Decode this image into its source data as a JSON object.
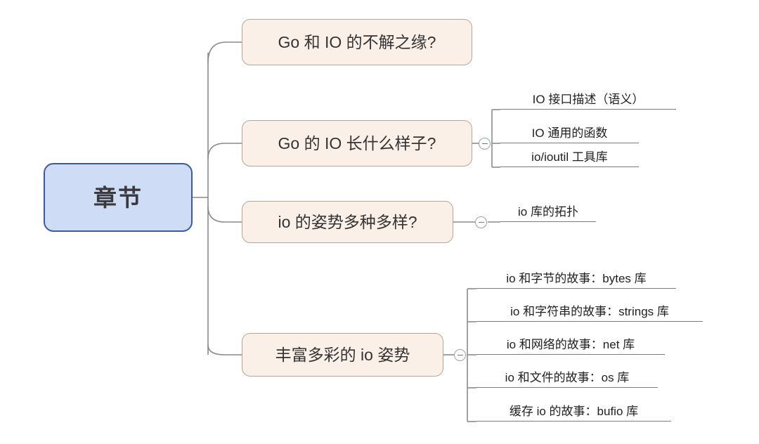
{
  "document": {
    "type": "mindmap",
    "background_color": "#ffffff"
  },
  "theme": {
    "root_fill": "#cfdcf5",
    "root_border": "#3d5a9e",
    "branch_fill": "#fbf0e8",
    "branch_border": "#b5a597",
    "connector_color": "#8a8a8a",
    "leaf_underline": "#7d7d7d",
    "text_color": "#333333",
    "toggle_border": "#9aa0ab"
  },
  "root": {
    "label": "章节"
  },
  "branches": [
    {
      "id": "branch-1",
      "label": "Go 和 IO 的不解之缘?",
      "has_toggle": false,
      "toggle_state": "",
      "children": []
    },
    {
      "id": "branch-2",
      "label": "Go 的 IO 长什么样子?",
      "has_toggle": true,
      "toggle_state": "expanded",
      "children": [
        {
          "label": "IO 接口描述（语义）"
        },
        {
          "label": "IO 通用的函数"
        },
        {
          "label": "io/ioutil 工具库"
        }
      ]
    },
    {
      "id": "branch-3",
      "label": "io 的姿势多种多样?",
      "has_toggle": true,
      "toggle_state": "expanded",
      "children": [
        {
          "label": "io 库的拓扑"
        }
      ]
    },
    {
      "id": "branch-4",
      "label": "丰富多彩的 io 姿势",
      "has_toggle": true,
      "toggle_state": "expanded",
      "children": [
        {
          "label": "io 和字节的故事：bytes 库"
        },
        {
          "label": "io 和字符串的故事：strings 库"
        },
        {
          "label": "io 和网络的故事：net 库"
        },
        {
          "label": "io 和文件的故事：os 库"
        },
        {
          "label": "缓存 io 的故事：bufio 库"
        }
      ]
    }
  ],
  "icons": {
    "collapse": "minus-icon"
  }
}
